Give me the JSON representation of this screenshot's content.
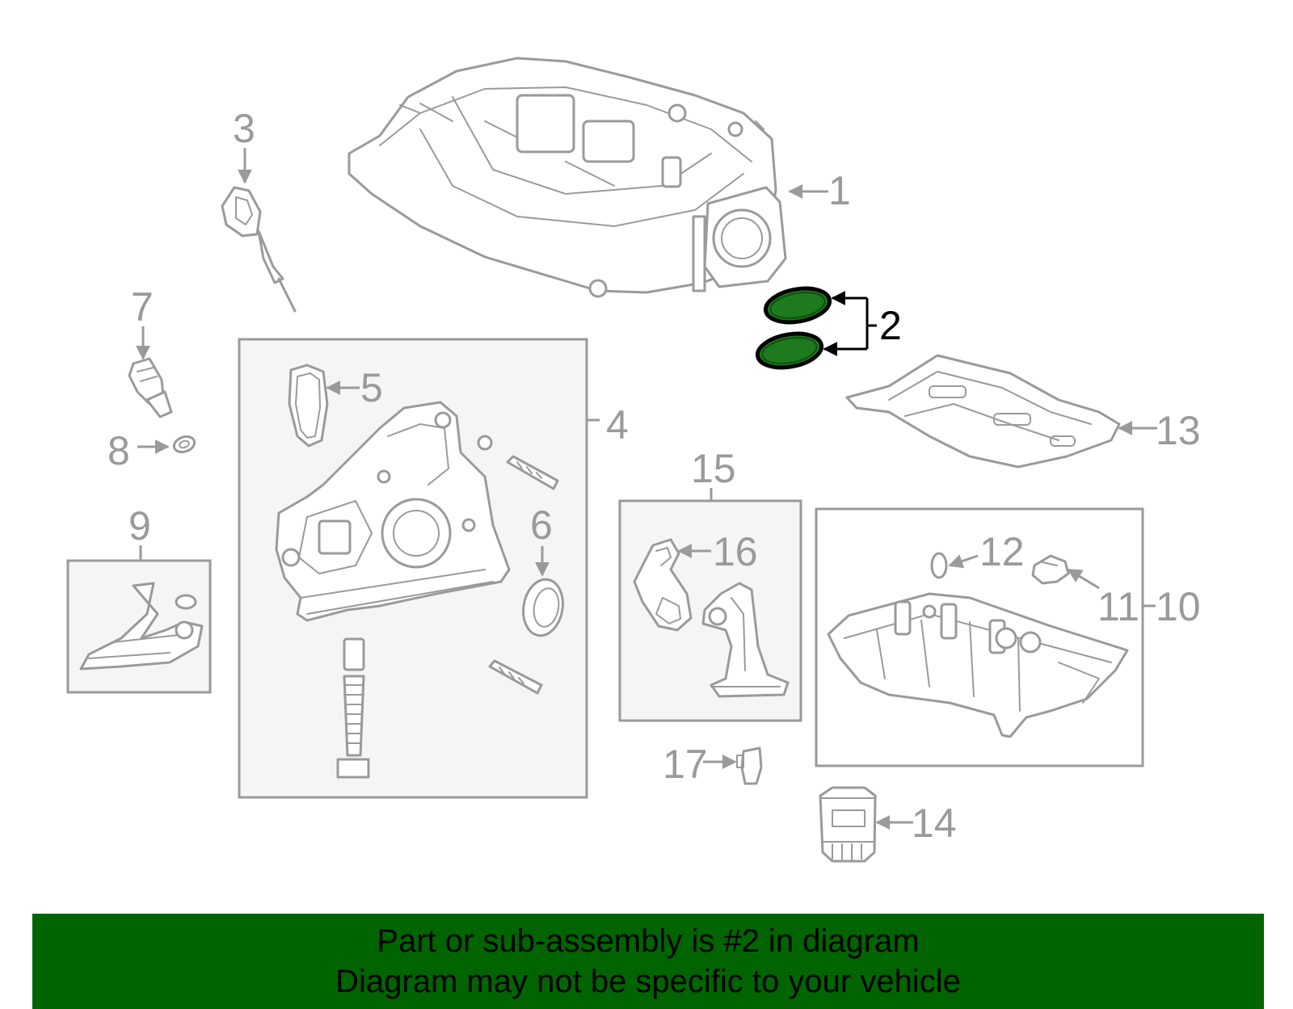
{
  "diagram": {
    "labels": {
      "l1": "1",
      "l2": "2",
      "l3": "3",
      "l4": "4",
      "l5": "5",
      "l6": "6",
      "l7": "7",
      "l8": "8",
      "l9": "9",
      "l10": "10",
      "l11": "11",
      "l12": "12",
      "l13": "13",
      "l14": "14",
      "l15": "15",
      "l16": "16",
      "l17": "17"
    },
    "highlighted_part": "2",
    "highlight_color": "#006400",
    "line_color": "#9a9a9a"
  },
  "banner": {
    "line1": "Part or sub-assembly is #2 in diagram",
    "line2": "Diagram may not be specific to your vehicle",
    "background": "#006400"
  }
}
